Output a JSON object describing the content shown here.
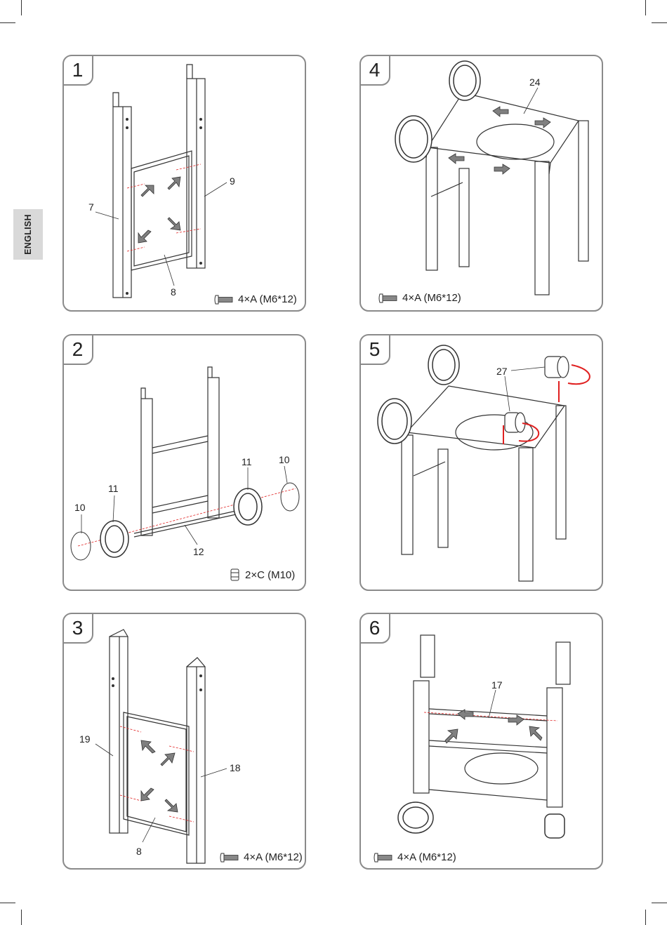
{
  "sidebar": {
    "language_tab": "ENGLISH"
  },
  "colors": {
    "panel_border": "#8a8a8a",
    "arrow_fill": "#808080",
    "red_arrow": "#e02020",
    "tab_bg": "#d9d9d9"
  },
  "steps": [
    {
      "number": "1",
      "part_labels": [
        "7",
        "9",
        "8"
      ],
      "hardware": {
        "icon": "bolt-icon",
        "text": "4×A (M6*12)"
      }
    },
    {
      "number": "4",
      "part_labels": [
        "24"
      ],
      "hardware": {
        "icon": "bolt-icon",
        "text": "4×A (M6*12)"
      }
    },
    {
      "number": "2",
      "part_labels": [
        "11",
        "10",
        "11",
        "10",
        "12"
      ],
      "hardware": {
        "icon": "nut-icon",
        "text": "2×C (M10)"
      }
    },
    {
      "number": "5",
      "part_labels": [
        "27"
      ],
      "hardware": null
    },
    {
      "number": "3",
      "part_labels": [
        "19",
        "18",
        "8"
      ],
      "hardware": {
        "icon": "bolt-icon",
        "text": "4×A (M6*12)"
      }
    },
    {
      "number": "6",
      "part_labels": [
        "17"
      ],
      "hardware": {
        "icon": "bolt-icon",
        "text": "4×A (M6*12)"
      }
    }
  ]
}
